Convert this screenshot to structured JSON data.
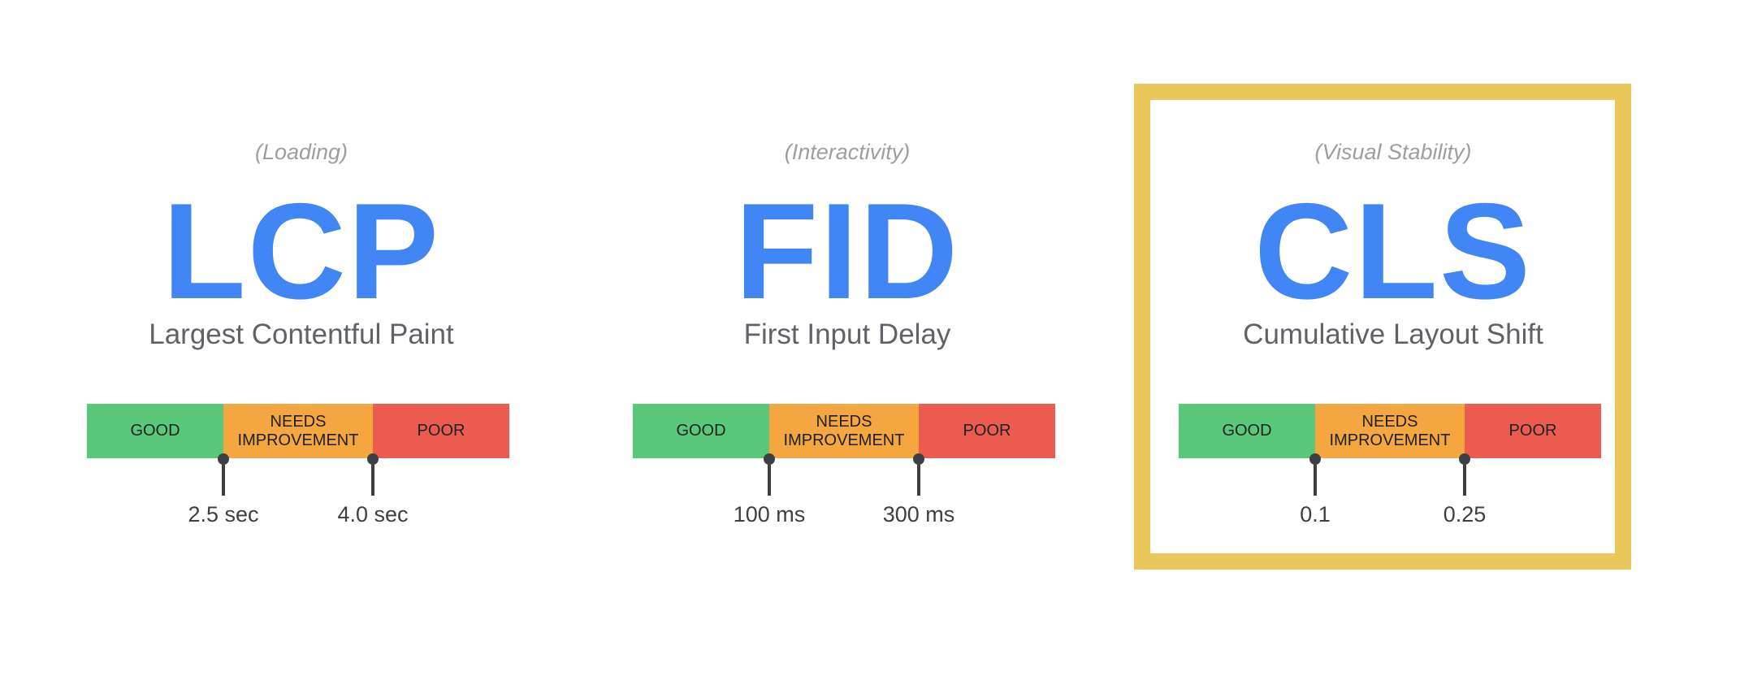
{
  "metrics": [
    {
      "category": "(Loading)",
      "acronym": "LCP",
      "name": "Largest Contentful Paint",
      "segments": {
        "good": "GOOD",
        "needs_improvement": "NEEDS IMPROVEMENT",
        "poor": "POOR"
      },
      "thresholds": [
        "2.5 sec",
        "4.0 sec"
      ],
      "highlighted": false
    },
    {
      "category": "(Interactivity)",
      "acronym": "FID",
      "name": "First Input Delay",
      "segments": {
        "good": "GOOD",
        "needs_improvement": "NEEDS IMPROVEMENT",
        "poor": "POOR"
      },
      "thresholds": [
        "100 ms",
        "300 ms"
      ],
      "highlighted": false
    },
    {
      "category": "(Visual Stability)",
      "acronym": "CLS",
      "name": "Cumulative Layout Shift",
      "segments": {
        "good": "GOOD",
        "needs_improvement": "NEEDS IMPROVEMENT",
        "poor": "POOR"
      },
      "thresholds": [
        "0.1",
        "0.25"
      ],
      "highlighted": true
    }
  ],
  "colors": {
    "acronym": "#4285f4",
    "good": "#5ac87a",
    "needs_improvement": "#f4a740",
    "poor": "#ec5b4f",
    "highlight": "#eac75a"
  }
}
